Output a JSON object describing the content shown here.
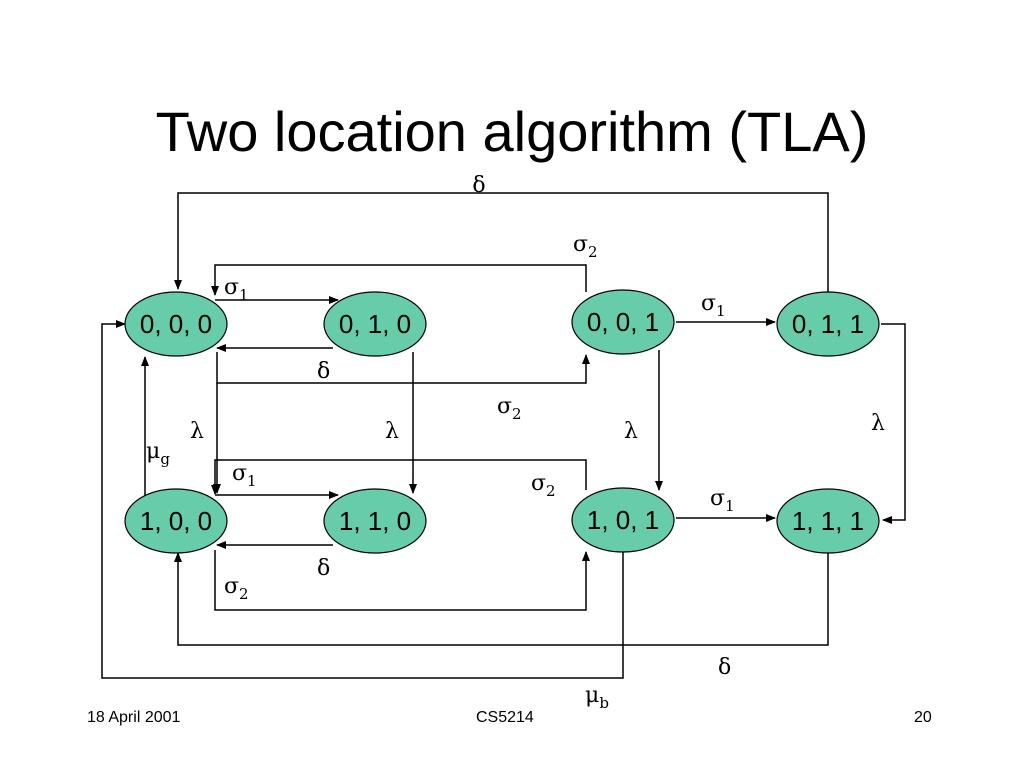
{
  "title": "Two location algorithm (TLA)",
  "nodes": {
    "n000": "0, 0, 0",
    "n010": "0, 1, 0",
    "n001": "0, 0, 1",
    "n011": "0, 1, 1",
    "n100": "1, 0, 0",
    "n110": "1, 1, 0",
    "n101": "1, 0, 1",
    "n111": "1, 1, 1"
  },
  "symbols": {
    "delta": "δ",
    "sigma": "σ",
    "lambda": "λ",
    "mu": "μ",
    "one": "1",
    "two": "2",
    "g": "g",
    "b": "b"
  },
  "footer": {
    "date": "18 April 2001",
    "course": "CS5214",
    "page": "20"
  },
  "colors": {
    "node_fill": "#66ccaa"
  }
}
